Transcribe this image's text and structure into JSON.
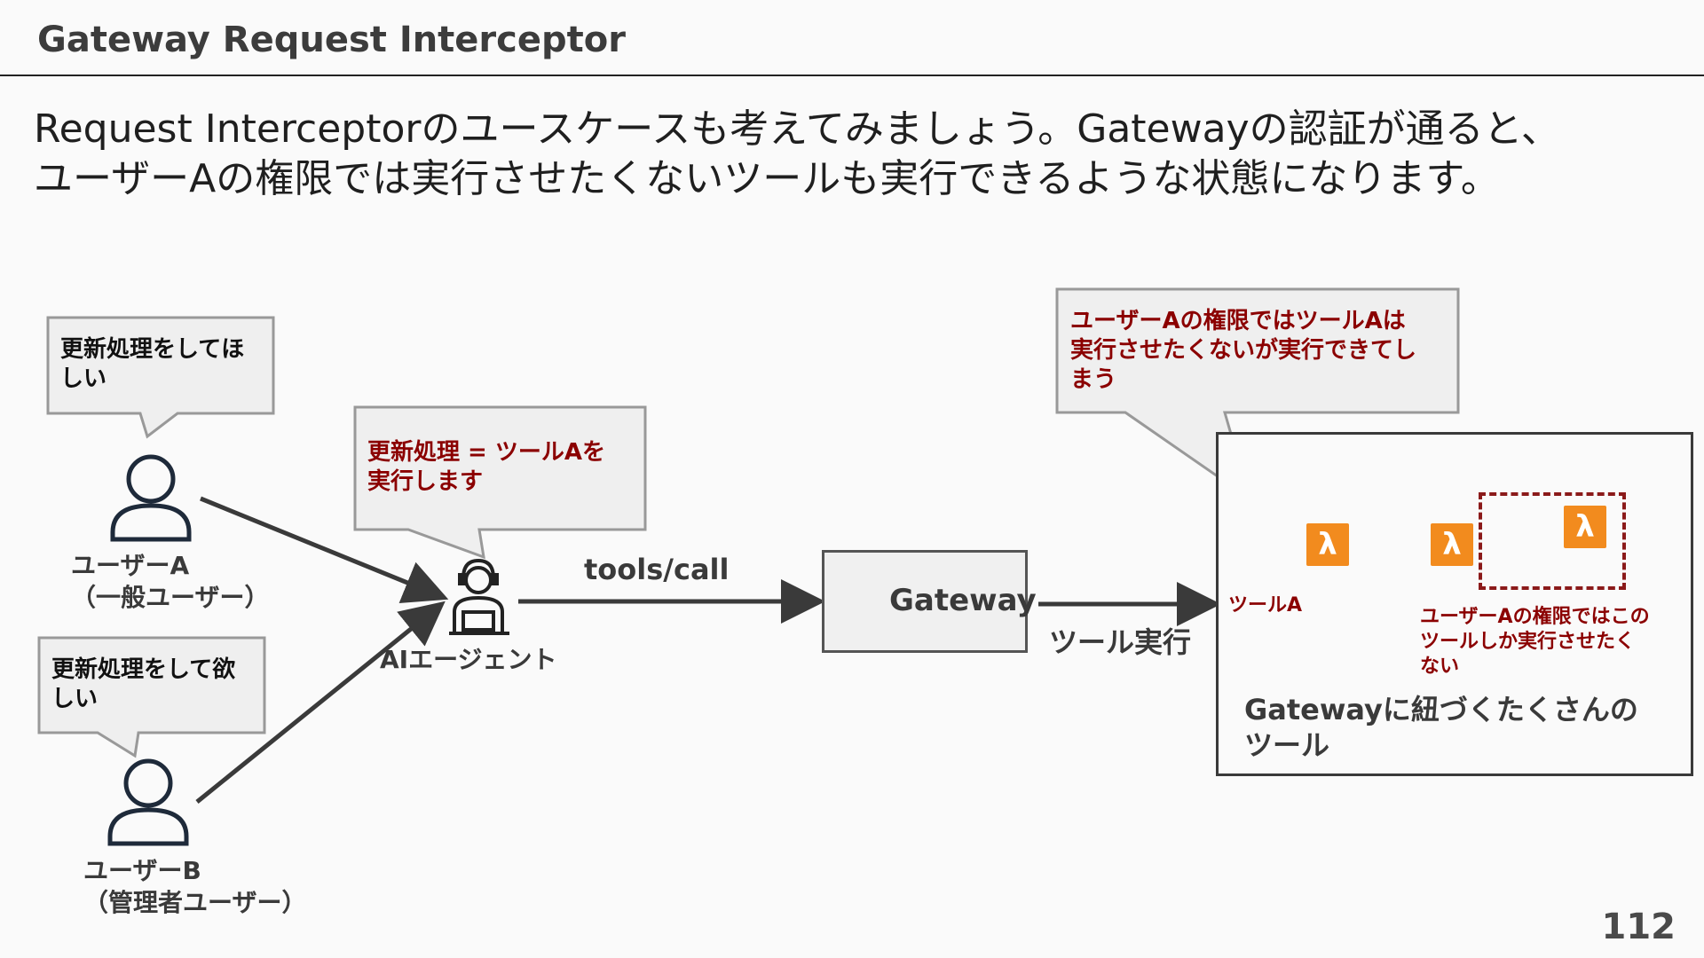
{
  "header": {
    "title": "Gateway Request Interceptor"
  },
  "intro": {
    "line1": "Request Interceptorのユースケースも考えてみましょう。Gatewayの認証が通ると、",
    "line2": "ユーザーAの権限では実行させたくないツールも実行できるような状態になります。"
  },
  "bubbles": {
    "user_a_request": "更新処理をしてほ\nしい",
    "user_b_request": "更新処理をして欲\nしい",
    "agent_thought": "更新処理 = ツールAを\n実行します",
    "warning": "ユーザーAの権限ではツールAは\n実行させたくないが実行できてし\nまう"
  },
  "actors": {
    "user_a": "ユーザーA\n（一般ユーザー）",
    "user_b": "ユーザーB\n（管理者ユーザー）",
    "agent": "AIエージェント"
  },
  "edges": {
    "tools_call": "tools/call",
    "tool_exec": "ツール実行"
  },
  "gateway": {
    "label": "Gateway"
  },
  "tools_panel": {
    "tool_a_label": "ツールA",
    "restricted_note": "ユーザーAの権限ではこの\nツールしか実行させたく\nない",
    "caption": "Gatewayに紐づくたくさんの\nツール",
    "lambda_symbol": "λ"
  },
  "colors": {
    "accent_red": "#8b0000",
    "lambda_orange": "#f28b1e"
  },
  "page_number": "112"
}
